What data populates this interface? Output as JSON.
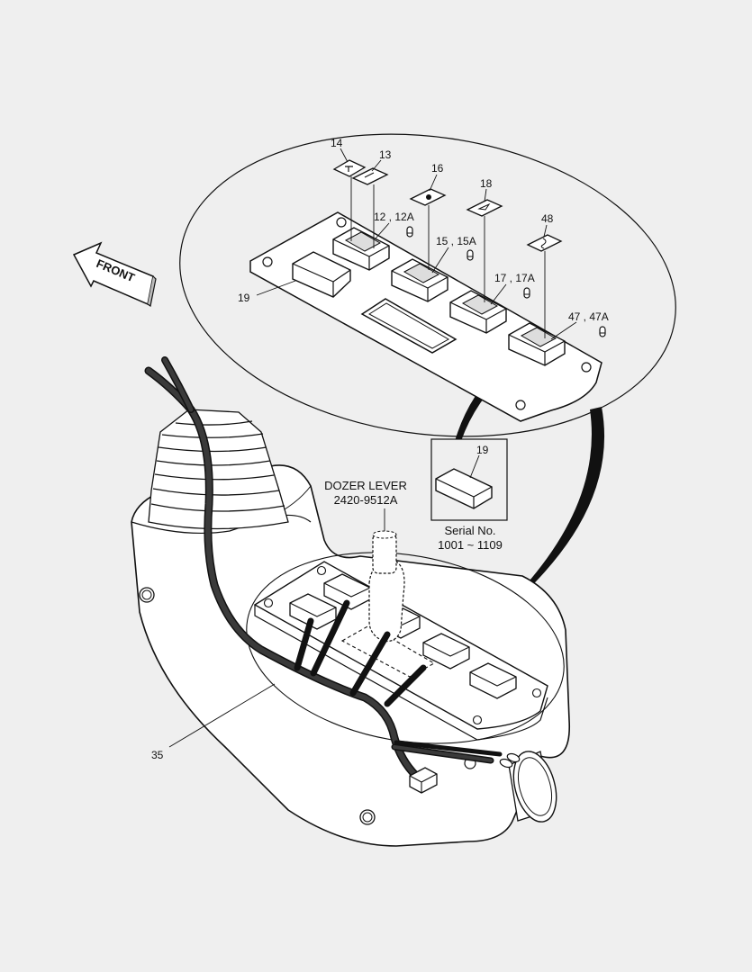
{
  "diagram": {
    "front_label": "FRONT",
    "callouts": {
      "c14": "14",
      "c13": "13",
      "c16": "16",
      "c18": "18",
      "c48": "48",
      "c12": "12 , 12A",
      "c15": "15 , 15A",
      "c17": "17 , 17A",
      "c47": "47 , 47A",
      "c19": "19",
      "c19b": "19",
      "c35": "35"
    },
    "dozer_lever_label": "DOZER LEVER",
    "dozer_lever_part": "2420-9512A",
    "serial_label": "Serial No.",
    "serial_range": "1001 ~ 1109"
  },
  "colors": {
    "background": "#efefef",
    "line": "#111111",
    "panel": "#ffffff",
    "harness": "#3a3a3a"
  }
}
